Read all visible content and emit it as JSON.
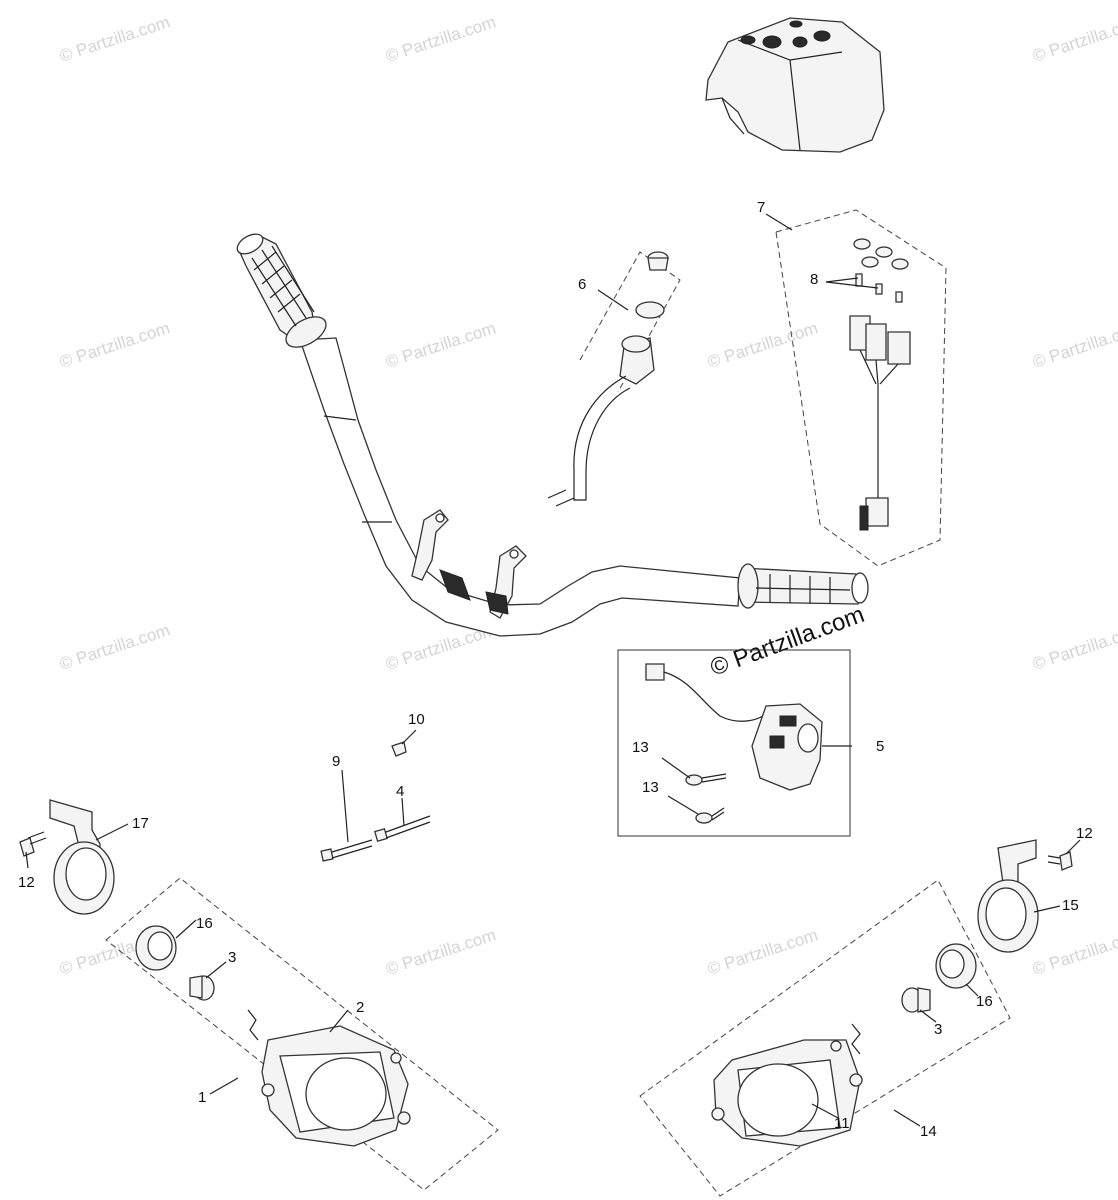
{
  "watermark": {
    "text": "© Partzilla.com",
    "featured_text": "© Partzilla.com"
  },
  "callouts": {
    "c1": "1",
    "c2": "2",
    "c3a": "3",
    "c3b": "3",
    "c4": "4",
    "c5": "5",
    "c6": "6",
    "c7": "7",
    "c8": "8",
    "c9": "9",
    "c10": "10",
    "c11": "11",
    "c12a": "12",
    "c12b": "12",
    "c13a": "13",
    "c13b": "13",
    "c14": "14",
    "c15": "15",
    "c16a": "16",
    "c16b": "16",
    "c17": "17"
  },
  "colors": {
    "line": "#222222",
    "watermark": "#d4d4d4",
    "background": "#ffffff"
  }
}
